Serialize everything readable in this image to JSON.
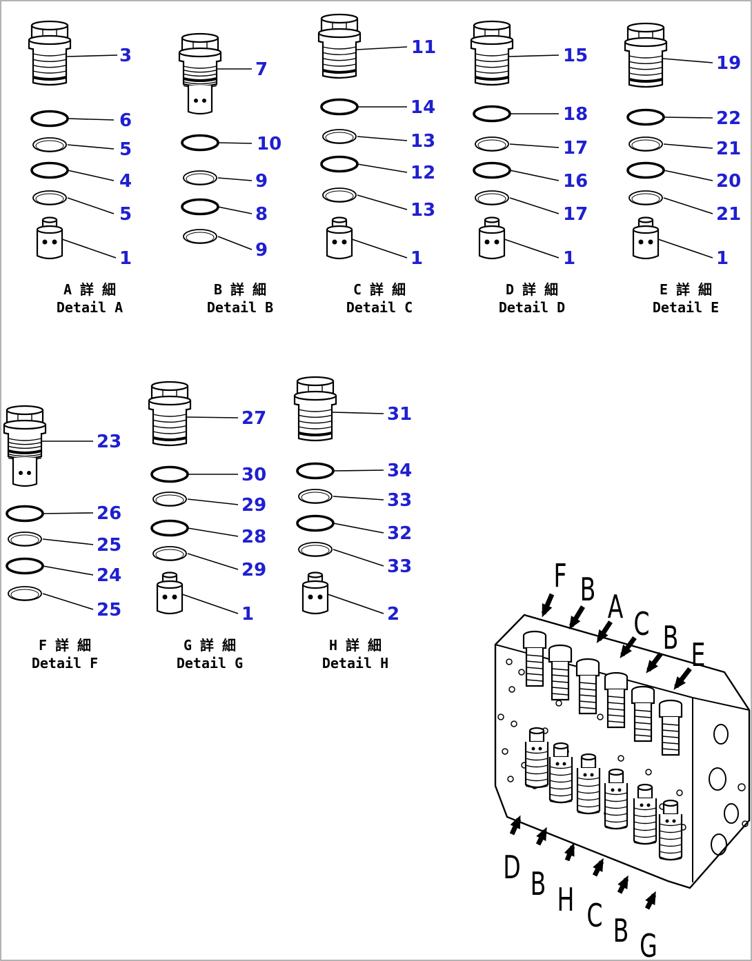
{
  "details": [
    {
      "id": "A",
      "caption_ja": "A 詳 細",
      "caption_en": "Detail A",
      "parts": [
        {
          "kind": "plug",
          "ref": "3"
        },
        {
          "kind": "ring",
          "ref": "6",
          "thick": true
        },
        {
          "kind": "ring",
          "ref": "5",
          "thick": false
        },
        {
          "kind": "ring",
          "ref": "4",
          "thick": true
        },
        {
          "kind": "ring",
          "ref": "5",
          "thick": false
        },
        {
          "kind": "spool",
          "ref": "1"
        }
      ]
    },
    {
      "id": "B",
      "caption_ja": "B 詳 細",
      "caption_en": "Detail B",
      "parts": [
        {
          "kind": "plug_long",
          "ref": "7"
        },
        {
          "kind": "ring",
          "ref": "10",
          "thick": true
        },
        {
          "kind": "ring",
          "ref": "9",
          "thick": false
        },
        {
          "kind": "ring",
          "ref": "8",
          "thick": true
        },
        {
          "kind": "ring",
          "ref": "9",
          "thick": false
        }
      ]
    },
    {
      "id": "C",
      "caption_ja": "C 詳 細",
      "caption_en": "Detail C",
      "parts": [
        {
          "kind": "plug",
          "ref": "11"
        },
        {
          "kind": "ring",
          "ref": "14",
          "thick": true
        },
        {
          "kind": "ring",
          "ref": "13",
          "thick": false
        },
        {
          "kind": "ring",
          "ref": "12",
          "thick": true
        },
        {
          "kind": "ring",
          "ref": "13",
          "thick": false
        },
        {
          "kind": "spool",
          "ref": "1"
        }
      ]
    },
    {
      "id": "D",
      "caption_ja": "D 詳 細",
      "caption_en": "Detail D",
      "parts": [
        {
          "kind": "plug",
          "ref": "15"
        },
        {
          "kind": "ring",
          "ref": "18",
          "thick": true
        },
        {
          "kind": "ring",
          "ref": "17",
          "thick": false
        },
        {
          "kind": "ring",
          "ref": "16",
          "thick": true
        },
        {
          "kind": "ring",
          "ref": "17",
          "thick": false
        },
        {
          "kind": "spool",
          "ref": "1"
        }
      ]
    },
    {
      "id": "E",
      "caption_ja": "E 詳 細",
      "caption_en": "Detail E",
      "parts": [
        {
          "kind": "plug",
          "ref": "19"
        },
        {
          "kind": "ring",
          "ref": "22",
          "thick": true
        },
        {
          "kind": "ring",
          "ref": "21",
          "thick": false
        },
        {
          "kind": "ring",
          "ref": "20",
          "thick": true
        },
        {
          "kind": "ring",
          "ref": "21",
          "thick": false
        },
        {
          "kind": "spool",
          "ref": "1"
        }
      ]
    },
    {
      "id": "F",
      "caption_ja": "F 詳 細",
      "caption_en": "Detail F",
      "parts": [
        {
          "kind": "plug_long",
          "ref": "23"
        },
        {
          "kind": "ring",
          "ref": "26",
          "thick": true
        },
        {
          "kind": "ring",
          "ref": "25",
          "thick": false
        },
        {
          "kind": "ring",
          "ref": "24",
          "thick": true
        },
        {
          "kind": "ring",
          "ref": "25",
          "thick": false
        }
      ]
    },
    {
      "id": "G",
      "caption_ja": "G 詳 細",
      "caption_en": "Detail G",
      "parts": [
        {
          "kind": "plug",
          "ref": "27"
        },
        {
          "kind": "ring",
          "ref": "30",
          "thick": true
        },
        {
          "kind": "ring",
          "ref": "29",
          "thick": false
        },
        {
          "kind": "ring",
          "ref": "28",
          "thick": true
        },
        {
          "kind": "ring",
          "ref": "29",
          "thick": false
        },
        {
          "kind": "spool",
          "ref": "1"
        }
      ]
    },
    {
      "id": "H",
      "caption_ja": "H 詳 細",
      "caption_en": "Detail H",
      "parts": [
        {
          "kind": "plug",
          "ref": "31"
        },
        {
          "kind": "ring",
          "ref": "34",
          "thick": true
        },
        {
          "kind": "ring",
          "ref": "33",
          "thick": false
        },
        {
          "kind": "ring",
          "ref": "32",
          "thick": true
        },
        {
          "kind": "ring",
          "ref": "33",
          "thick": false
        },
        {
          "kind": "spool",
          "ref": "2"
        }
      ]
    }
  ],
  "assembly": {
    "top_labels": [
      "F",
      "B",
      "A",
      "C",
      "B",
      "E"
    ],
    "bottom_labels": [
      "D",
      "B",
      "H",
      "C",
      "B",
      "G"
    ]
  },
  "colors": {
    "reference_number": "#1f1fd1",
    "line": "#000000",
    "background": "#ffffff"
  }
}
